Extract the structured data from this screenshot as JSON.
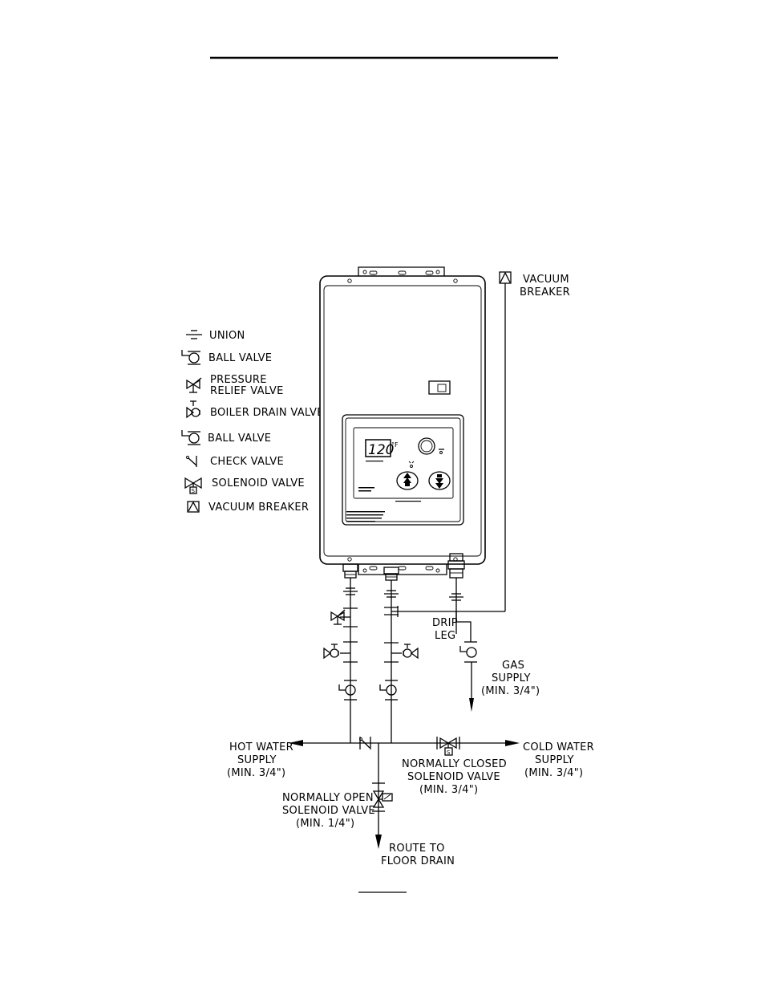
{
  "legend": {
    "union": "UNION",
    "ball_valve_1": "BALL  VALVE",
    "pressure_relief_1": "PRESSURE",
    "pressure_relief_2": "RELIEF  VALVE",
    "boiler_drain": "BOILER  DRAIN  VALVE",
    "ball_valve_2": "BALL  VALVE",
    "check_valve": "CHECK  VALVE",
    "solenoid_valve": "SOLENOID  VALVE",
    "vacuum_breaker": "VACUUM  BREAKER"
  },
  "heater": {
    "temp_display": "120",
    "temp_unit": "°F"
  },
  "labels": {
    "vacuum_breaker_1": "VACUUM",
    "vacuum_breaker_2": "BREAKER",
    "drip_leg_1": "DRIP",
    "drip_leg_2": "LEG",
    "gas_supply_1": "GAS",
    "gas_supply_2": "SUPPLY",
    "gas_supply_3": "(MIN. 3/4\")",
    "hot_water_1": "HOT  WATER",
    "hot_water_2": "SUPPLY",
    "hot_water_3": "(MIN. 3/4\")",
    "cold_water_1": "COLD  WATER",
    "cold_water_2": "SUPPLY",
    "cold_water_3": "(MIN. 3/4\")",
    "nc_solenoid_1": "NORMALLY  CLOSED",
    "nc_solenoid_2": "SOLENOID  VALVE",
    "nc_solenoid_3": "(MIN. 3/4\")",
    "no_solenoid_1": "NORMALLY  OPEN",
    "no_solenoid_2": "SOLENOID  VALVE",
    "no_solenoid_3": "(MIN. 1/4\")",
    "drain_1": "ROUTE  TO",
    "drain_2": "FLOOR  DRAIN",
    "solenoid_mark": "S"
  }
}
